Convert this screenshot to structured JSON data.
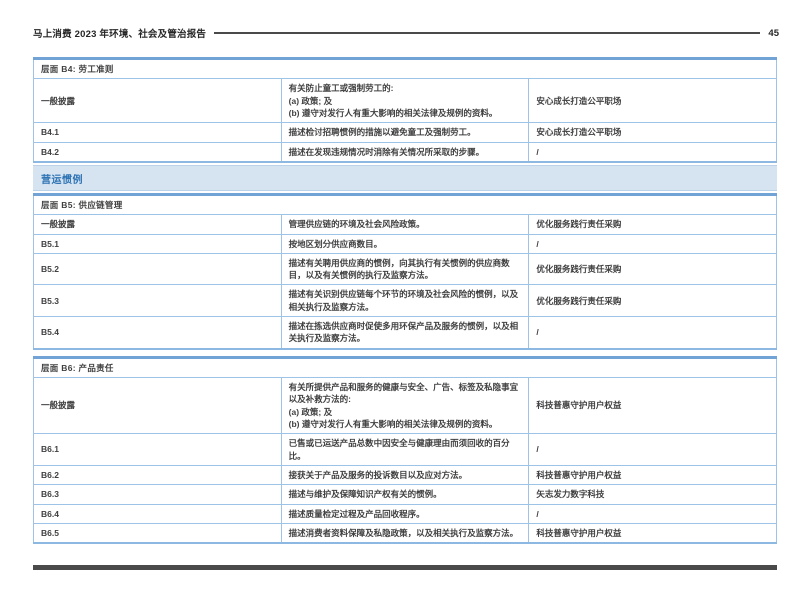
{
  "page": {
    "header": {
      "title": "马上消费 2023 年环境、社会及管治报告",
      "page_number": "45"
    },
    "colors": {
      "accent_blue": "#2e74b5",
      "table_border_blue": "#9dc3e6",
      "table_top_border": "#71a3d6",
      "band_background": "#d6e3f0",
      "body_text": "#404040",
      "footer_bar": "#4a4a4a"
    }
  },
  "section_band": {
    "label": "营运惯例"
  },
  "tables": [
    {
      "title": "层面 B4: 劳工准则",
      "rows": [
        {
          "kpi": "一般披露",
          "desc_lines": [
            "有关防止童工或强制劳工的:",
            "(a) 政策; 及",
            "(b) 遵守对发行人有重大影响的相关法律及规例的资料。"
          ],
          "section": "安心成长打造公平职场"
        },
        {
          "kpi": "B4.1",
          "desc_lines": [
            "描述检讨招聘惯例的措施以避免童工及强制劳工。"
          ],
          "section": "安心成长打造公平职场"
        },
        {
          "kpi": "B4.2",
          "desc_lines": [
            "描述在发现违规情况时消除有关情况所采取的步骤。"
          ],
          "section": "/"
        }
      ]
    },
    {
      "title": "层面 B5: 供应链管理",
      "rows": [
        {
          "kpi": "一般披露",
          "desc_lines": [
            "管理供应链的环境及社会风险政策。"
          ],
          "section": "优化服务践行责任采购"
        },
        {
          "kpi": "B5.1",
          "desc_lines": [
            "按地区划分供应商数目。"
          ],
          "section": "/"
        },
        {
          "kpi": "B5.2",
          "desc_lines": [
            "描述有关聘用供应商的惯例，向其执行有关惯例的供应商数目，以及有关惯例的执行及监察方法。"
          ],
          "section": "优化服务践行责任采购"
        },
        {
          "kpi": "B5.3",
          "desc_lines": [
            "描述有关识别供应链每个环节的环境及社会风险的惯例，以及相关执行及监察方法。"
          ],
          "section": "优化服务践行责任采购"
        },
        {
          "kpi": "B5.4",
          "desc_lines": [
            "描述在拣选供应商时促使多用环保产品及服务的惯例，以及相关执行及监察方法。"
          ],
          "section": "/"
        }
      ]
    },
    {
      "title": "层面 B6: 产品责任",
      "rows": [
        {
          "kpi": "一般披露",
          "desc_lines": [
            "有关所提供产品和服务的健康与安全、广告、标签及私隐事宜以及补救方法的:",
            "(a) 政策; 及",
            "(b) 遵守对发行人有重大影响的相关法律及规例的资料。"
          ],
          "section": "科技普惠守护用户权益"
        },
        {
          "kpi": "B6.1",
          "desc_lines": [
            "已售或已运送产品总数中因安全与健康理由而须回收的百分比。"
          ],
          "section": "/"
        },
        {
          "kpi": "B6.2",
          "desc_lines": [
            "接获关于产品及服务的投诉数目以及应对方法。"
          ],
          "section": "科技普惠守护用户权益"
        },
        {
          "kpi": "B6.3",
          "desc_lines": [
            "描述与维护及保障知识产权有关的惯例。"
          ],
          "section": "矢志发力数字科技"
        },
        {
          "kpi": "B6.4",
          "desc_lines": [
            "描述质量检定过程及产品回收程序。"
          ],
          "section": "/"
        },
        {
          "kpi": "B6.5",
          "desc_lines": [
            "描述消费者资料保障及私隐政策，以及相关执行及监察方法。"
          ],
          "section": "科技普惠守护用户权益"
        }
      ]
    }
  ]
}
